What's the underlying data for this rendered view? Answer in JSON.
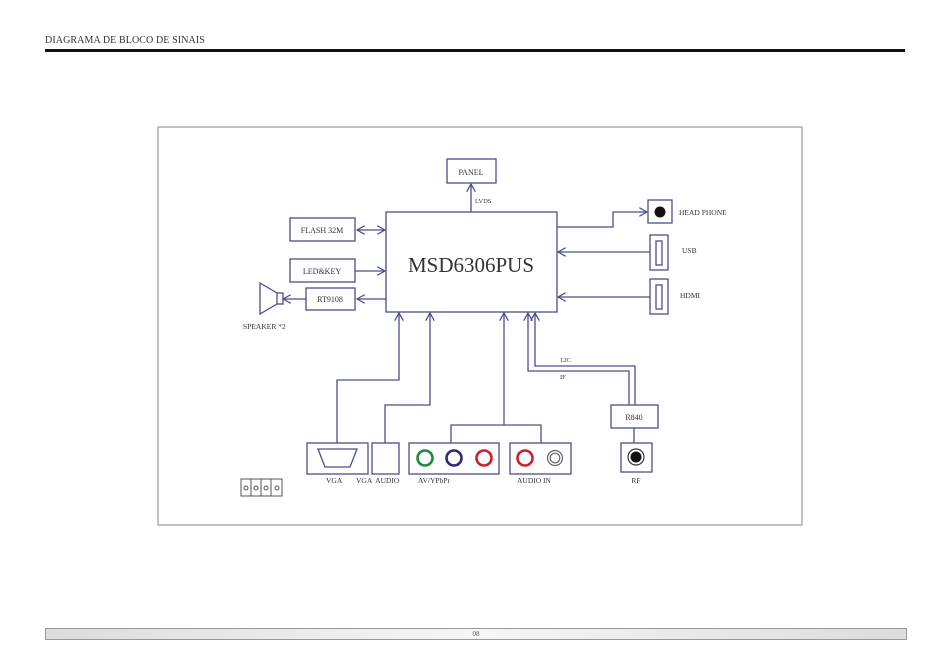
{
  "header": {
    "title": "DIAGRAMA DE BLOCO DE SINAIS"
  },
  "footer": {
    "page_number": "08"
  },
  "diagram": {
    "main_chip": "MSD6306PUS",
    "blocks": {
      "panel": "PANEL",
      "flash": "FLASH 32M",
      "led_key": "LED&KEY",
      "amp": "RT9108",
      "tuner": "R840"
    },
    "signals": {
      "lvds": "LVDS",
      "i2c": "12C",
      "if": "IF"
    },
    "ports": {
      "speaker": "SPEAKER *2",
      "headphone": "HEAD PHONE",
      "usb": "USB",
      "hdmi": "HDMI",
      "vga": "VGA",
      "vga_audio": "VGA  AUDIO",
      "av": "AV/YPbPr",
      "audio_in": "AUDIO IN",
      "rf": "RF"
    },
    "colors": {
      "line": "#4a4f8c",
      "jack_green": "#1e8a3c",
      "jack_blue": "#2a2a7a",
      "jack_red": "#cc1f2a",
      "jack_white": "#666666"
    }
  }
}
